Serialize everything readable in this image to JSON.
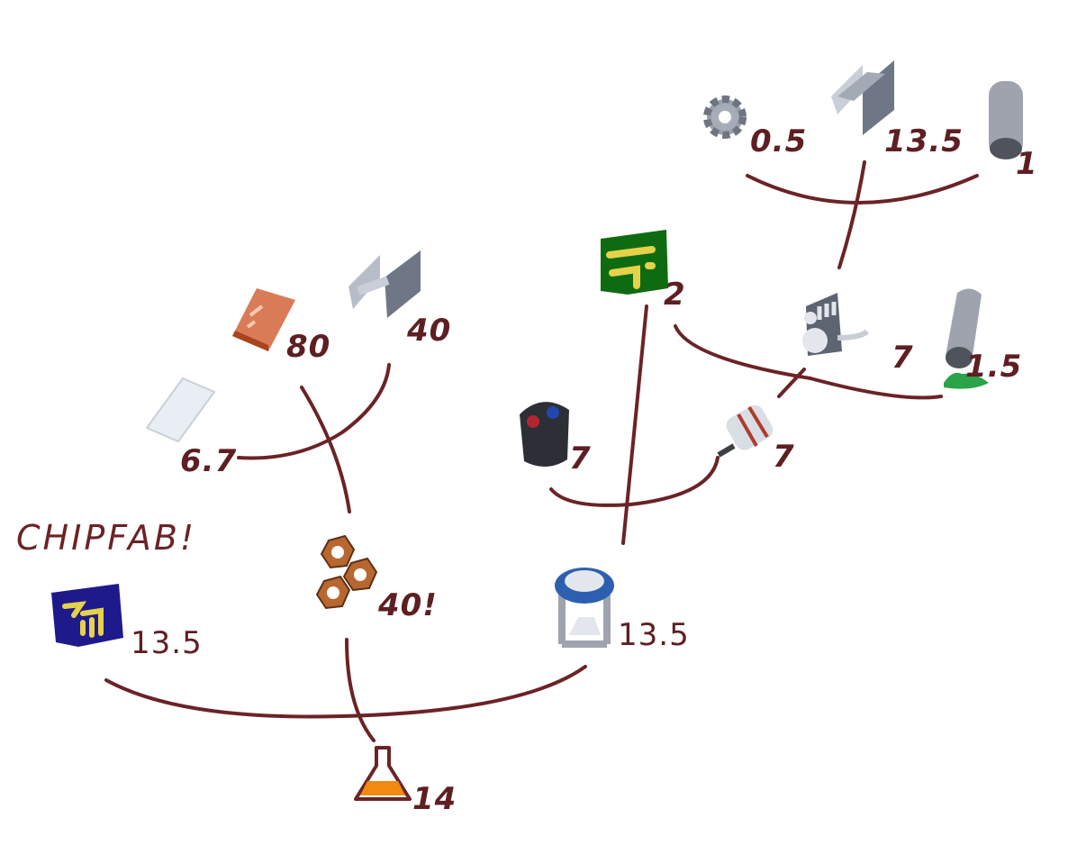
{
  "title": "CHIPFAB!",
  "colors": {
    "ink": "#6b2326",
    "green_circuit": "#0f6b12",
    "blue_circuit": "#1e1a8c",
    "copper": "#d97b56",
    "acid": "#2aa34a"
  },
  "nodes": [
    {
      "id": "gear",
      "icon": "gear-icon",
      "value": "0.5"
    },
    {
      "id": "steel-beam-top",
      "icon": "steel-beam-icon",
      "value": "13.5"
    },
    {
      "id": "pipe-top",
      "icon": "pipe-icon",
      "value": "1"
    },
    {
      "id": "green-circuit",
      "icon": "green-circuit-icon",
      "value": "2"
    },
    {
      "id": "engine",
      "icon": "engine-icon",
      "value": "7"
    },
    {
      "id": "lubricant",
      "icon": "pipe-with-fluid-icon",
      "value": "1.5"
    },
    {
      "id": "copper-plate",
      "icon": "copper-plate-icon",
      "value": "80"
    },
    {
      "id": "steel-beam-left",
      "icon": "steel-beam-icon",
      "value": "40"
    },
    {
      "id": "plastic-plate",
      "icon": "plastic-plate-icon",
      "value": "6.7"
    },
    {
      "id": "battery",
      "icon": "battery-icon",
      "value": "7"
    },
    {
      "id": "electric-motor",
      "icon": "electric-motor-icon",
      "value": "7"
    },
    {
      "id": "blue-circuit",
      "icon": "blue-circuit-icon",
      "value": "13.5"
    },
    {
      "id": "hex-nuts",
      "icon": "hex-nuts-icon",
      "value": "40!"
    },
    {
      "id": "gauge-frame",
      "icon": "gauge-frame-icon",
      "value": "13.5"
    },
    {
      "id": "flask",
      "icon": "flask-icon",
      "value": "14"
    }
  ]
}
